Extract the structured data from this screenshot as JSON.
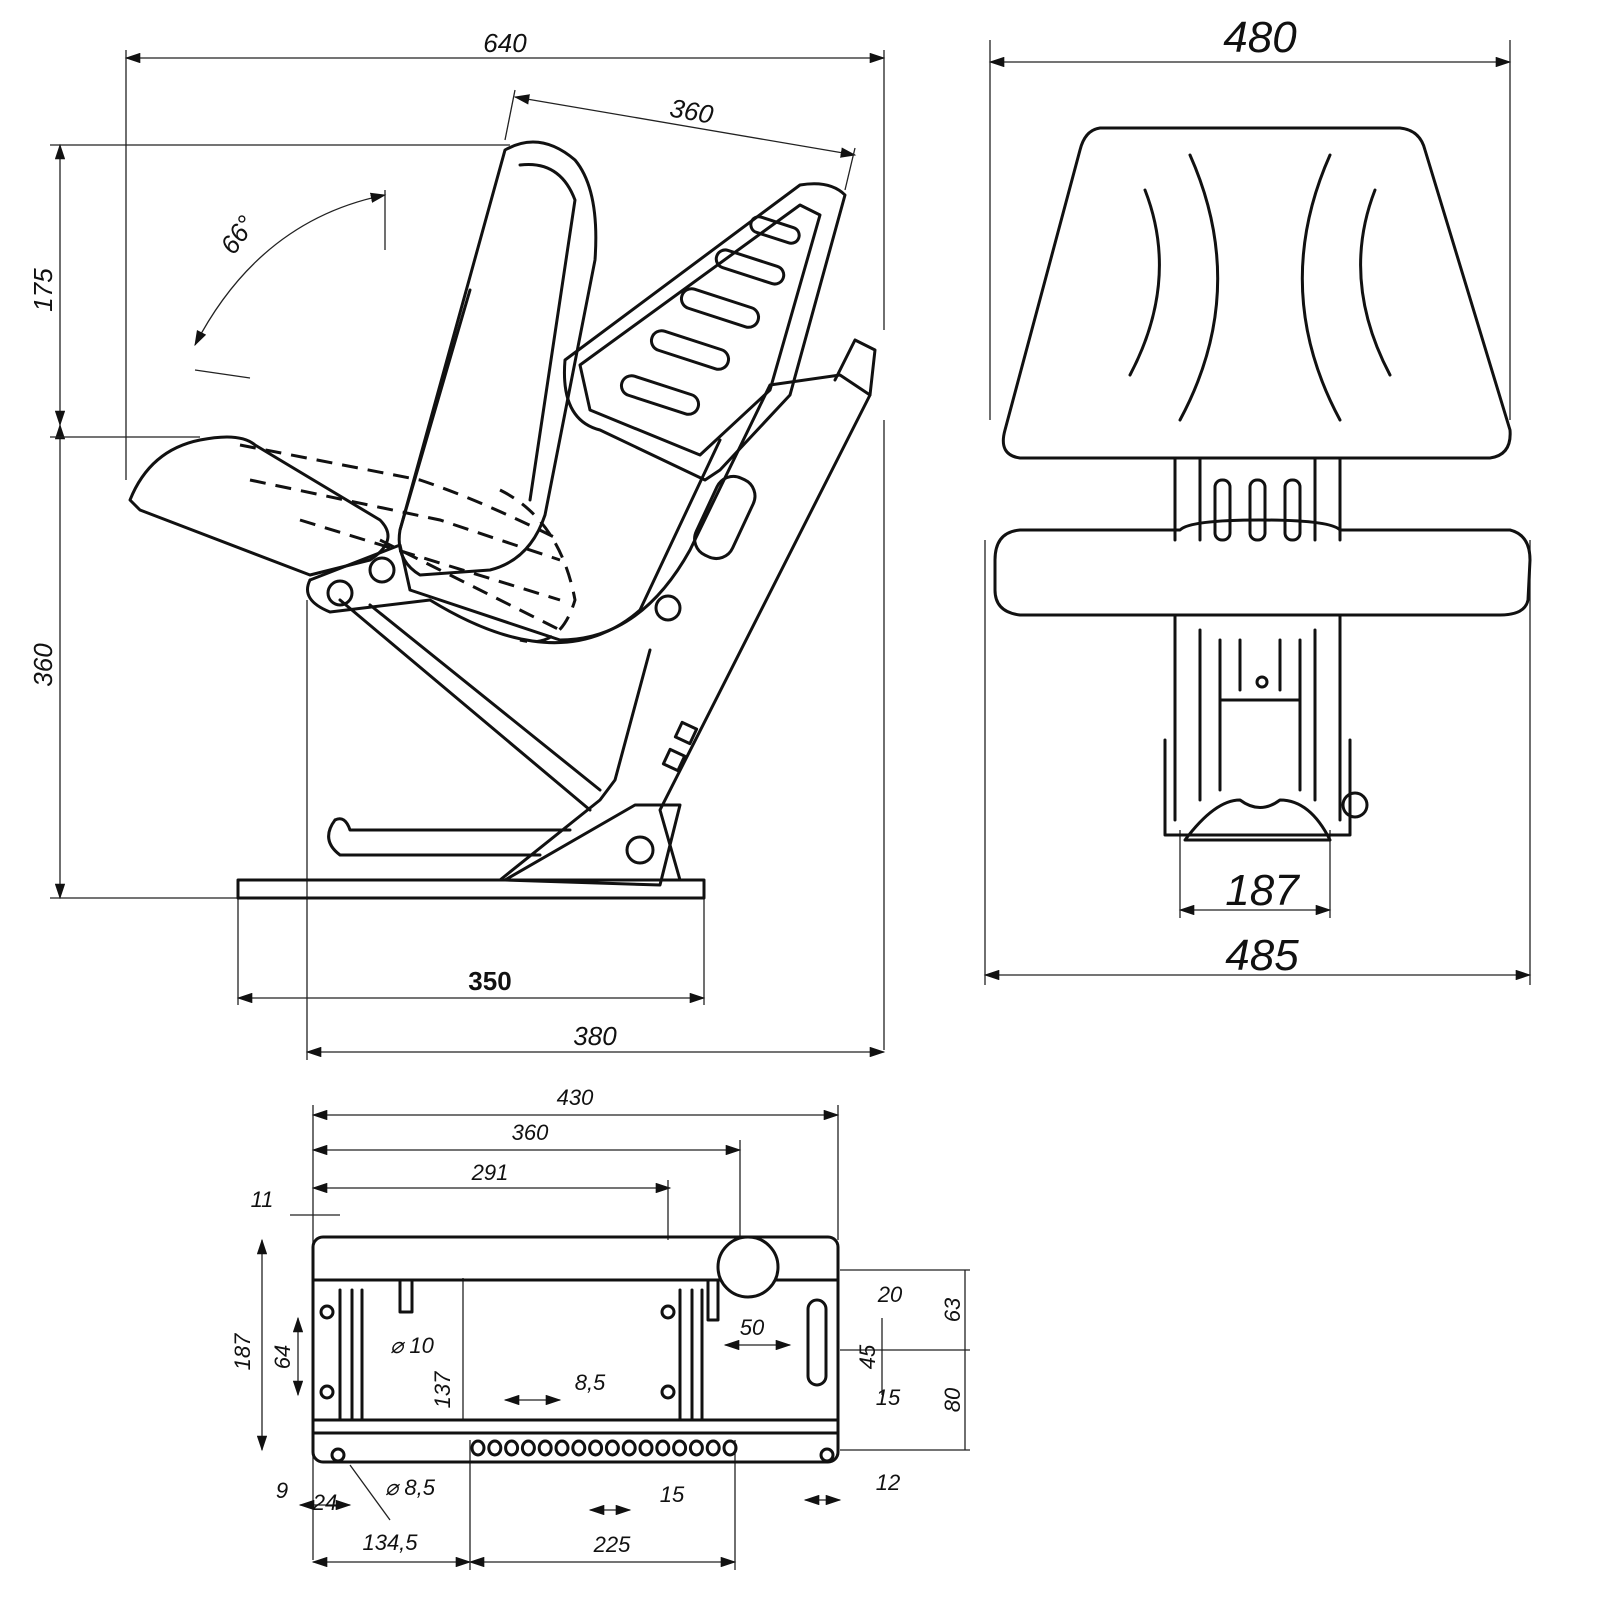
{
  "side_view": {
    "dims": {
      "overall_width": "640",
      "backrest_width": "360",
      "backrest_height": "175",
      "fold_angle": "66°",
      "seat_height": "360",
      "rail_length": "350",
      "base_length": "380"
    }
  },
  "front_view": {
    "dims": {
      "backrest_width": "480",
      "base_width": "187",
      "seat_width": "485"
    }
  },
  "base_plate": {
    "dims": {
      "length_430": "430",
      "length_360": "360",
      "length_291": "291",
      "offset_11": "11",
      "height_187": "187",
      "spacing_64": "64",
      "hole_dia_10": "⌀ 10",
      "height_137": "137",
      "slot_8_5": "8,5",
      "knob_50": "50",
      "offset_20": "20",
      "slot_45": "45",
      "offset_15_right": "15",
      "height_63": "63",
      "height_80": "80",
      "offset_9": "9",
      "offset_24": "24",
      "hole_dia_8_5": "⌀ 8,5",
      "pitch_15": "15",
      "offset_12": "12",
      "offset_134_5": "134,5",
      "span_225": "225"
    }
  }
}
